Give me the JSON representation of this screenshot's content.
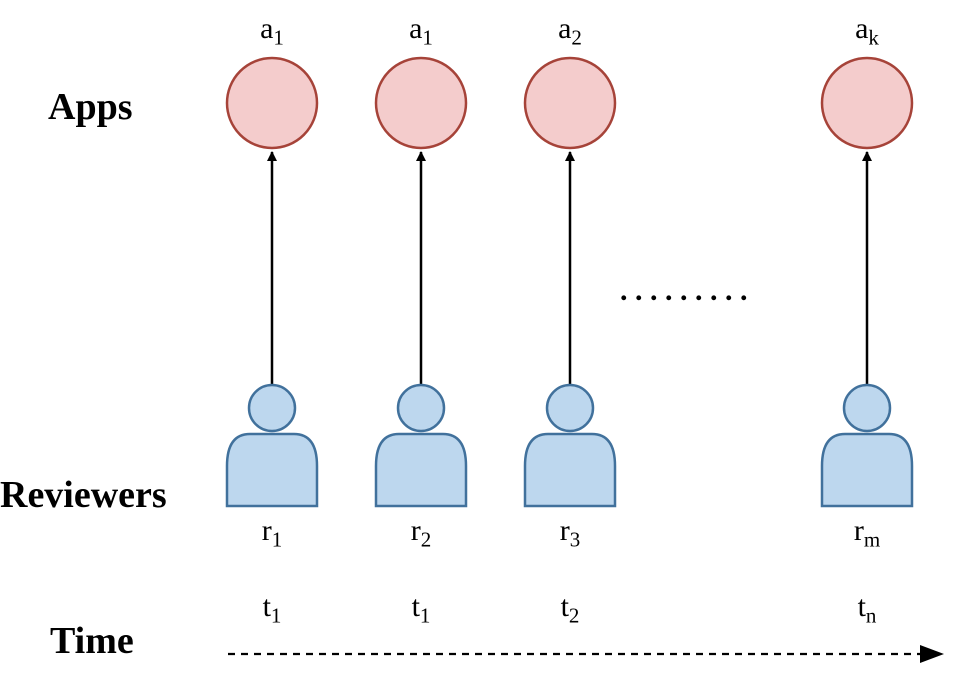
{
  "labels": {
    "apps": "Apps",
    "reviewers": "Reviewers",
    "time": "Time"
  },
  "ellipsis": ". . . . . . . . .",
  "columns": [
    {
      "app": {
        "base": "a",
        "sub": "1"
      },
      "reviewer": {
        "base": "r",
        "sub": "1"
      },
      "time": {
        "base": "t",
        "sub": "1"
      }
    },
    {
      "app": {
        "base": "a",
        "sub": "1"
      },
      "reviewer": {
        "base": "r",
        "sub": "2"
      },
      "time": {
        "base": "t",
        "sub": "1"
      }
    },
    {
      "app": {
        "base": "a",
        "sub": "2"
      },
      "reviewer": {
        "base": "r",
        "sub": "3"
      },
      "time": {
        "base": "t",
        "sub": "2"
      }
    },
    {
      "app": {
        "base": "a",
        "sub": "k"
      },
      "reviewer": {
        "base": "r",
        "sub": "m"
      },
      "time": {
        "base": "t",
        "sub": "n"
      }
    }
  ],
  "colors": {
    "app_fill": "#f4cccc",
    "app_stroke": "#a64339",
    "reviewer_fill": "#bdd7ee",
    "reviewer_stroke": "#41719c",
    "arrow": "#000000"
  }
}
